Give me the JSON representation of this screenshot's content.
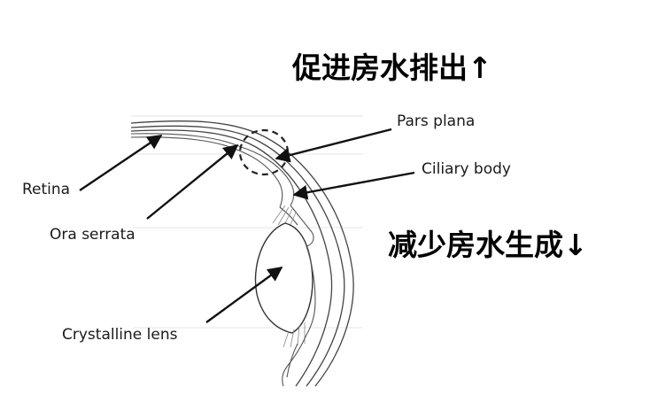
{
  "labels": {
    "retina": "Retina",
    "ora_serrata": "Ora serrata",
    "crystalline_lens": "Crystalline lens",
    "pars_plana": "Pars plana",
    "ciliary_body": "Ciliary body"
  },
  "annotations": {
    "promote_outflow": "促进房水排出↑",
    "reduce_production": "减少房水生成↓"
  }
}
